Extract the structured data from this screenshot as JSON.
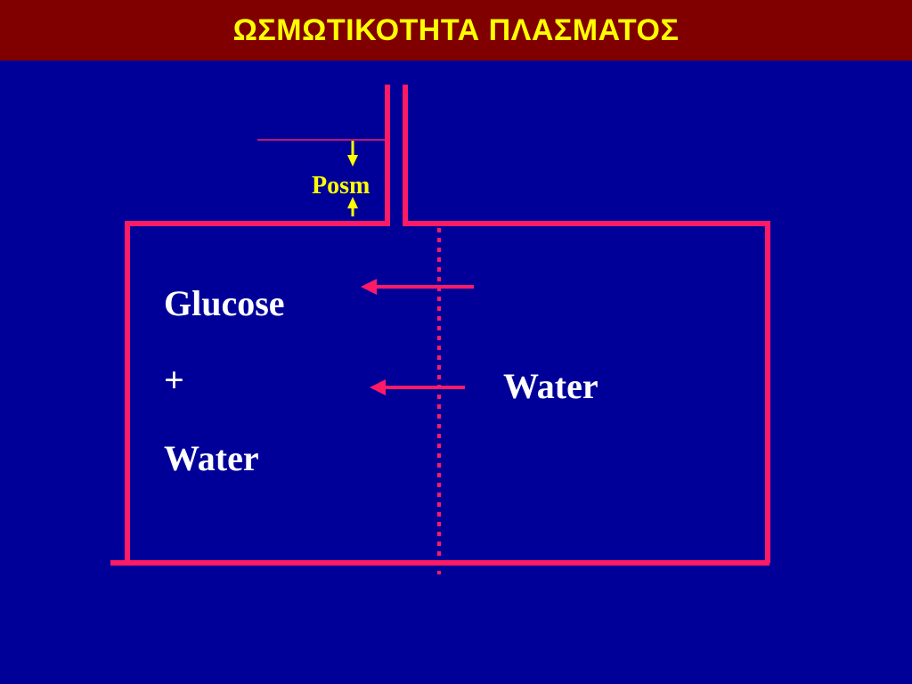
{
  "title": "ΩΣΜΩΤΙΚΟΤΗΤΑ ΠΛΑΣΜΑΤΟΣ",
  "diagram": {
    "pressure_label": "Posm",
    "left_compartment": {
      "solute": "Glucose",
      "plus": "+",
      "solvent": "Water"
    },
    "right_compartment": {
      "solvent": "Water"
    }
  },
  "colors": {
    "background": "#000099",
    "title_bar": "#800000",
    "title_text": "#FFFF00",
    "container": "#FF1A66",
    "pressure": "#FFFF00",
    "label_text": "#FFFFFF"
  }
}
